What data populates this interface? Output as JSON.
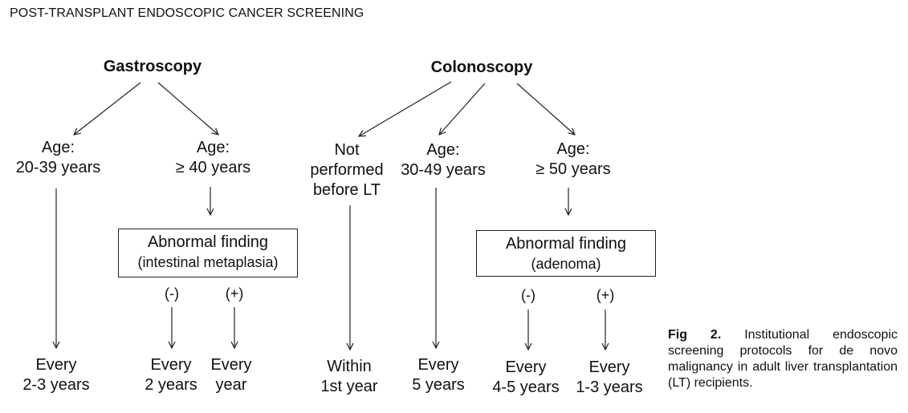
{
  "header": "POST-TRANSPLANT ENDOSCOPIC CANCER SCREENING",
  "gastro": {
    "title": "Gastroscopy",
    "age1": [
      "Age:",
      "20-39 years"
    ],
    "age2": [
      "Age:",
      "≥ 40 years"
    ],
    "box": [
      "Abnormal finding",
      "(intestinal metaplasia)"
    ],
    "neg": "(-)",
    "pos": "(+)",
    "out1": [
      "Every",
      "2-3 years"
    ],
    "out2": [
      "Every",
      "2 years"
    ],
    "out3": [
      "Every",
      "year"
    ]
  },
  "colono": {
    "title": "Colonoscopy",
    "not": [
      "Not",
      "performed",
      "before LT"
    ],
    "age1": [
      "Age:",
      "30-49 years"
    ],
    "age2": [
      "Age:",
      "≥ 50 years"
    ],
    "box": [
      "Abnormal finding",
      "(adenoma)"
    ],
    "neg": "(-)",
    "pos": "(+)",
    "out1": [
      "Within",
      "1st year"
    ],
    "out2": [
      "Every",
      "5 years"
    ],
    "out3": [
      "Every",
      "4-5 years"
    ],
    "out4": [
      "Every",
      "1-3 years"
    ]
  },
  "caption": {
    "label": "Fig 2.",
    "text": "Institutional endoscopic screening protocols for de novo malignancy in adult liver transplantation (LT) recipients."
  }
}
